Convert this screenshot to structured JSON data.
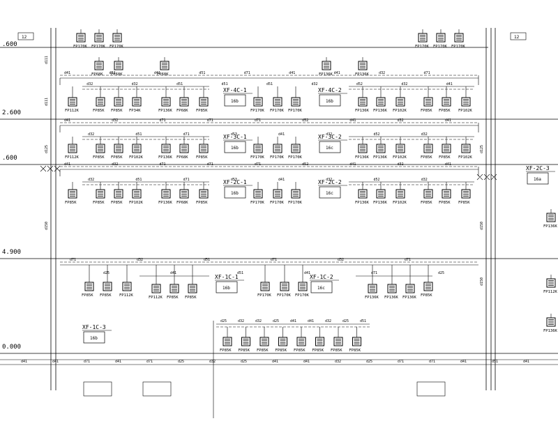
{
  "levels": [
    ".600",
    "2.600",
    ".600",
    "4.900",
    "0.000"
  ],
  "top_tags": [
    "12",
    "12"
  ],
  "top_units_left": [
    "FP170K",
    "FP170K",
    "FP170K"
  ],
  "top_units_right": [
    "FP170K",
    "FP170K",
    "FP170K"
  ],
  "rows": [
    {
      "units": [
        "FP112K",
        "FP85K",
        "FP85K",
        "FP34K",
        "FP136K",
        "FP68K",
        "FP85K",
        "FP170K",
        "FP170K",
        "FP170K",
        "FP136K",
        "FP136K",
        "FP102K",
        "FP85K",
        "FP85K",
        "FP102K"
      ],
      "raised": [
        "FP68K",
        "FP68K",
        "FP68K",
        "FP136K",
        "FP136K"
      ],
      "boxes": [
        {
          "label": "XF-4C-1",
          "fan": "16b"
        },
        {
          "label": "XF-4C-2",
          "fan": "16b"
        }
      ],
      "pipes": [
        "d41",
        "d32",
        "d52",
        "d32",
        "d41",
        "d51",
        "d51",
        "d51",
        "d71",
        "d51",
        "d41",
        "d32",
        "d41",
        "d52",
        "d32",
        "d32",
        "d71",
        "d41"
      ]
    },
    {
      "units": [
        "FP112K",
        "FP85K",
        "FP85K",
        "FP102K",
        "FP136K",
        "FP68K",
        "FP85K",
        "FP170K",
        "FP170K",
        "FP170K",
        "FP136K",
        "FP136K",
        "FP102K",
        "FP85K",
        "FP85K",
        "FP102K"
      ],
      "boxes": [
        {
          "label": "XF-3C-1",
          "fan": "16b"
        },
        {
          "label": "XF-3C-2",
          "fan": "16c"
        }
      ],
      "pipes": [
        "d41",
        "d32",
        "d32",
        "d51",
        "d71",
        "d71",
        "d71",
        "d53",
        "d71",
        "d41",
        "d52",
        "d32",
        "d41",
        "d52",
        "d32",
        "d32",
        "d41"
      ]
    },
    {
      "units": [
        "FP85K",
        "FP85K",
        "FP85K",
        "FP102K",
        "FP136K",
        "FP68K",
        "FP85K",
        "FP170K",
        "FP170K",
        "FP170K",
        "FP136K",
        "FP136K",
        "FP102K",
        "FP85K",
        "FP85K",
        "FP85K"
      ],
      "boxes": [
        {
          "label": "XF-2C-1",
          "fan": "16b"
        },
        {
          "label": "XF-2C-2",
          "fan": "16c"
        },
        {
          "label": "XF-2C-3",
          "fan": "16a"
        }
      ],
      "pipes": [
        "d41",
        "d32",
        "d32",
        "d51",
        "d71",
        "d71",
        "d71",
        "d53",
        "d71",
        "d41",
        "d52",
        "d32",
        "d41",
        "d52",
        "d32",
        "d32",
        "d41"
      ]
    },
    {
      "units": [
        "FP85K",
        "FP85K",
        "FP112K",
        "FP112K",
        "FP85K",
        "FP85K",
        "FP170K",
        "FP170K",
        "FP170K",
        "FP136K",
        "FP136K",
        "FP136K",
        "FP85K"
      ],
      "boxes": [
        {
          "label": "XF-1C-1",
          "fan": "16b"
        },
        {
          "label": "XF-1C-2",
          "fan": "16c"
        },
        {
          "label": "XF-1C-3",
          "fan": "16b"
        }
      ],
      "pipes": [
        "d71",
        "d25",
        "d32",
        "d41",
        "d51",
        "d51",
        "d71",
        "d41",
        "d32",
        "d71",
        "d71",
        "d25"
      ]
    },
    {
      "units": [
        "FP85K",
        "FP85K",
        "FP85K",
        "FP85K",
        "FP85K",
        "FP85K",
        "FP85K",
        "FP85K"
      ],
      "pipes": [
        "d25",
        "d32",
        "d32",
        "d25",
        "d41",
        "d41",
        "d32",
        "d25",
        "d51"
      ]
    }
  ],
  "right_units": [
    "FP136K",
    "FP112K",
    "FP136K"
  ],
  "riser_tags": [
    "d111",
    "d111",
    "d125",
    "d125",
    "d150",
    "d150",
    "d150"
  ],
  "bottom_pipes": [
    "d41",
    "d41",
    "d71",
    "d41",
    "d71",
    "d25",
    "d32",
    "d25",
    "d41",
    "d41",
    "d32",
    "d25",
    "d71",
    "d71",
    "d41",
    "d51",
    "d41"
  ]
}
